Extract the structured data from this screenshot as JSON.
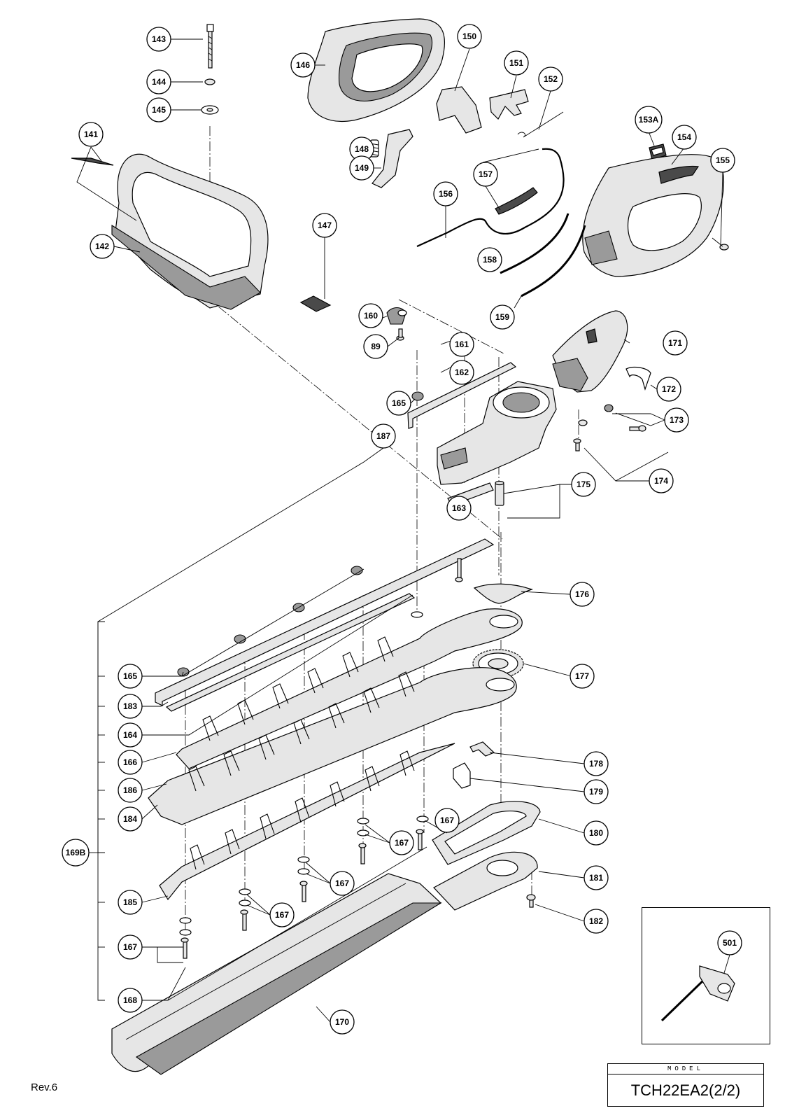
{
  "document": {
    "revision": "Rev.6",
    "model_caption": "MODEL",
    "model_number": "TCH22EA2(2/2)"
  },
  "callouts": [
    {
      "id": "143"
    },
    {
      "id": "144"
    },
    {
      "id": "145"
    },
    {
      "id": "146"
    },
    {
      "id": "141"
    },
    {
      "id": "142"
    },
    {
      "id": "147"
    },
    {
      "id": "148"
    },
    {
      "id": "149"
    },
    {
      "id": "150"
    },
    {
      "id": "151"
    },
    {
      "id": "152"
    },
    {
      "id": "153A"
    },
    {
      "id": "154"
    },
    {
      "id": "155"
    },
    {
      "id": "156"
    },
    {
      "id": "157"
    },
    {
      "id": "158"
    },
    {
      "id": "159"
    },
    {
      "id": "160"
    },
    {
      "id": "89"
    },
    {
      "id": "161"
    },
    {
      "id": "162"
    },
    {
      "id": "165"
    },
    {
      "id": "171"
    },
    {
      "id": "172"
    },
    {
      "id": "173"
    },
    {
      "id": "174"
    },
    {
      "id": "187"
    },
    {
      "id": "175"
    },
    {
      "id": "163"
    },
    {
      "id": "176"
    },
    {
      "id": "165"
    },
    {
      "id": "177"
    },
    {
      "id": "183"
    },
    {
      "id": "164"
    },
    {
      "id": "166"
    },
    {
      "id": "178"
    },
    {
      "id": "186"
    },
    {
      "id": "179"
    },
    {
      "id": "184"
    },
    {
      "id": "167"
    },
    {
      "id": "180"
    },
    {
      "id": "169B"
    },
    {
      "id": "167"
    },
    {
      "id": "167"
    },
    {
      "id": "181"
    },
    {
      "id": "185"
    },
    {
      "id": "167"
    },
    {
      "id": "182"
    },
    {
      "id": "167"
    },
    {
      "id": "168"
    },
    {
      "id": "170"
    },
    {
      "id": "501"
    }
  ]
}
